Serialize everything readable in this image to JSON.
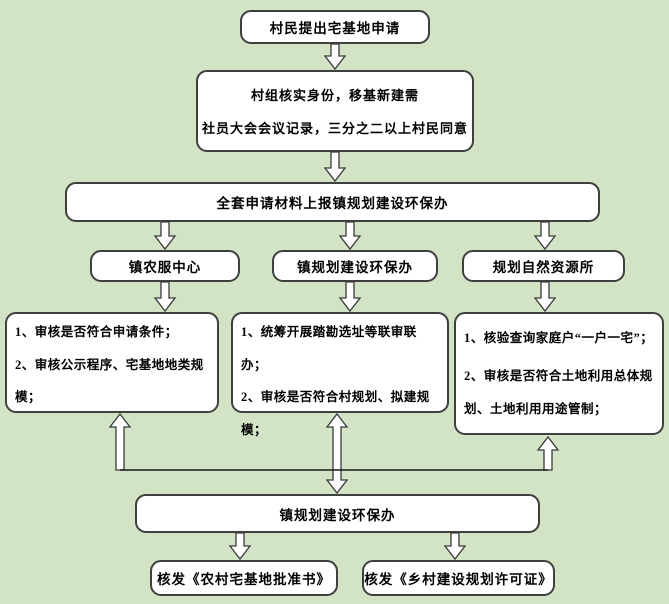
{
  "colors": {
    "background": "#d2e3c6",
    "box_fill": "#ffffff",
    "box_border": "#3f3f3f",
    "text": "#000000"
  },
  "flowchart": {
    "start": {
      "label": "村民提出宅基地申请"
    },
    "village_check": {
      "line1": "村组核实身份，移基新建需",
      "line2": "社员大会会议记录，三分之二以上村民同意"
    },
    "submit": {
      "label": "全套申请材料上报镇规划建设环保办"
    },
    "dept_left": {
      "label": "镇农服中心"
    },
    "dept_mid": {
      "label": "镇规划建设环保办"
    },
    "dept_right": {
      "label": "规划自然资源所"
    },
    "tasks_left": {
      "item1": "1、审核是否符合申请条件；",
      "item2": "2、审核公示程序、宅基地地类规模；"
    },
    "tasks_mid": {
      "item1": "1、统筹开展踏勘选址等联审联办；",
      "item2": "2、审核是否符合村规划、拟建规模；"
    },
    "tasks_right": {
      "item1": "1、核验查询家庭户“一户一宅”；",
      "item2": "2、审核是否符合土地利用总体规划、土地利用用途管制；"
    },
    "summary": {
      "label": "镇规划建设环保办"
    },
    "issue_left": {
      "label": "核发《农村宅基地批准书》"
    },
    "issue_right": {
      "label": "核发《乡村建设规划许可证》"
    }
  }
}
